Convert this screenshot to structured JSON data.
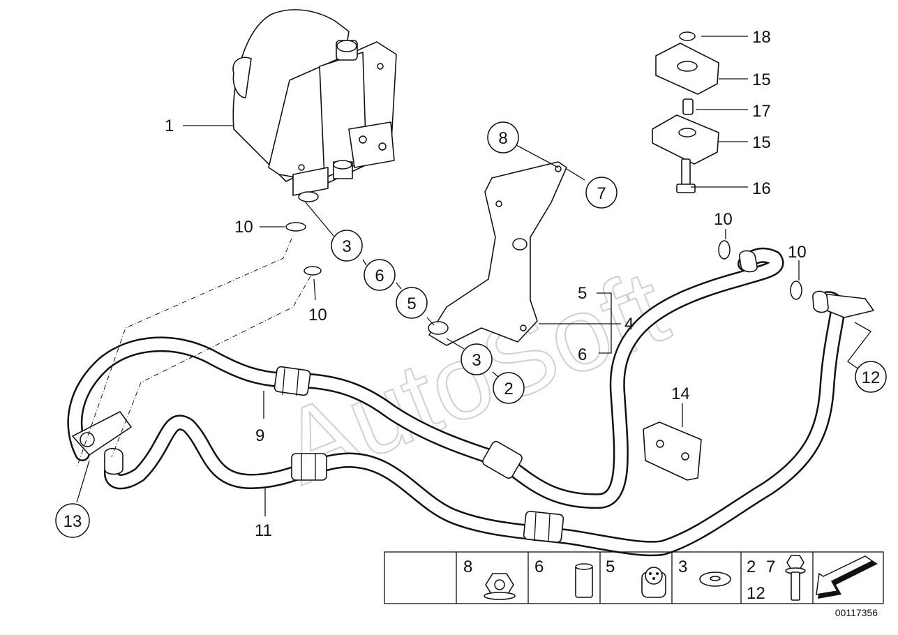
{
  "watermark": "AutoSoft",
  "diagram_id": "00117356",
  "callouts": {
    "c1": "1",
    "c2": "2",
    "c3a": "3",
    "c3b": "3",
    "c4": "4",
    "c5a": "5",
    "c5b": "5",
    "c6a": "6",
    "c6b": "6",
    "c7": "7",
    "c8": "8",
    "c9": "9",
    "c10a": "10",
    "c10b": "10",
    "c10c": "10",
    "c10d": "10",
    "c11": "11",
    "c12": "12",
    "c13": "13",
    "c14": "14",
    "c15a": "15",
    "c15b": "15",
    "c16": "16",
    "c17": "17",
    "c18": "18"
  },
  "legend": {
    "cells": [
      {
        "label": "",
        "icon": "blank"
      },
      {
        "label": "8",
        "icon": "collar-nut-icon"
      },
      {
        "label": "6",
        "icon": "sleeve-icon"
      },
      {
        "label": "5",
        "icon": "rubber-mount-icon"
      },
      {
        "label": "3",
        "icon": "washer-icon"
      },
      {
        "label": "2 7",
        "label2": "12",
        "icon": "hex-bolt-icon"
      },
      {
        "label": "",
        "icon": "direction-arrow-icon"
      }
    ]
  }
}
